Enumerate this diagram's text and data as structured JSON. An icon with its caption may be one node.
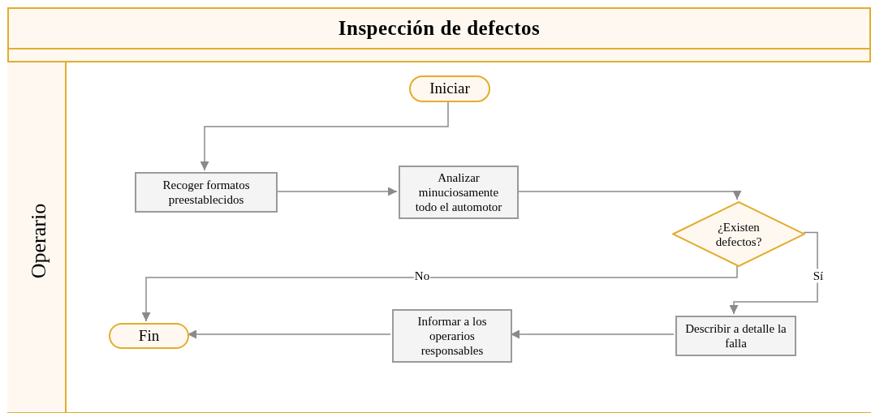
{
  "diagram": {
    "nodes": [
      {
        "text": [
          "Inspección de defectos"
        ]
      },
      {
        "text": [
          "Operario"
        ],
        "in": 0
      },
      {
        "text": [
          "Iniciar"
        ],
        "in": 1
      },
      {
        "text": [
          "Recoger formatos preestablecidos"
        ],
        "in": 1
      },
      {
        "text": [
          "Analizar minuciosamente todo el automotor"
        ],
        "in": 1
      },
      {
        "text": [
          "¿Existen defectos?"
        ],
        "in": 1
      },
      {
        "text": [
          "Describir a detalle la falla"
        ],
        "in": 1
      },
      {
        "text": [
          "Informar a los operarios responsables"
        ],
        "in": 1
      },
      {
        "text": [
          "Fin"
        ],
        "in": 1
      }
    ],
    "edges": [
      {
        "from": 2,
        "to": 3,
        "arrow": "to"
      },
      {
        "from": 3,
        "to": 4,
        "arrow": "to"
      },
      {
        "from": 4,
        "to": 5,
        "arrow": "to"
      },
      {
        "from": 5,
        "to": 8,
        "arrow": "to",
        "label": "No"
      },
      {
        "from": 5,
        "to": 6,
        "arrow": "to",
        "label": "Sí"
      },
      {
        "from": 6,
        "to": 7,
        "arrow": "to"
      },
      {
        "from": 7,
        "to": 8,
        "arrow": "to"
      }
    ]
  }
}
